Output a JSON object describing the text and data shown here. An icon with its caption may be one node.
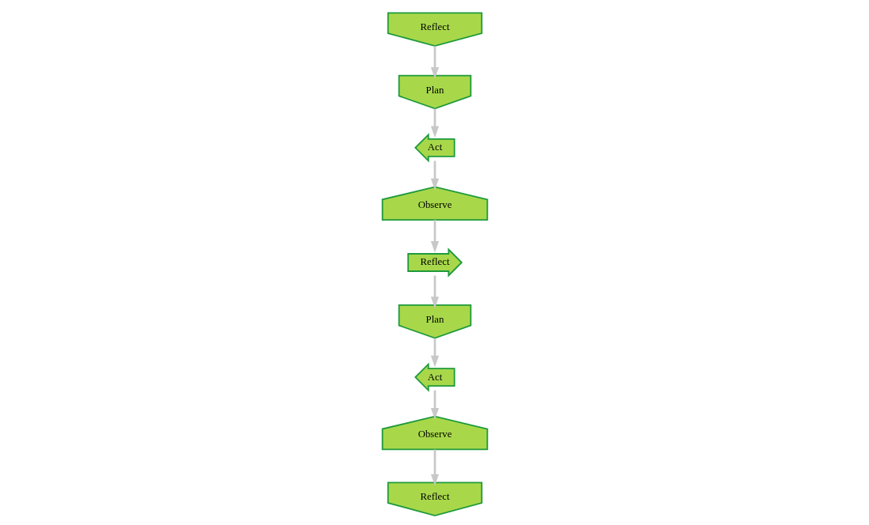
{
  "diagram": {
    "nodes": [
      {
        "text": [
          "Reflect"
        ]
      },
      {
        "text": [
          "Plan"
        ]
      },
      {
        "text": [
          "Act"
        ]
      },
      {
        "text": [
          "Observe"
        ]
      },
      {
        "text": [
          "Reflect"
        ]
      },
      {
        "text": [
          "Plan"
        ]
      },
      {
        "text": [
          "Act"
        ]
      },
      {
        "text": [
          "Observe"
        ]
      },
      {
        "text": [
          "Reflect"
        ]
      }
    ],
    "edges": [
      {
        "from": 0,
        "to": 1,
        "arrow": "to"
      },
      {
        "from": 1,
        "to": 2,
        "arrow": "to"
      },
      {
        "from": 2,
        "to": 3,
        "arrow": "to"
      },
      {
        "from": 3,
        "to": 4,
        "arrow": "to"
      },
      {
        "from": 4,
        "to": 5,
        "arrow": "to"
      },
      {
        "from": 5,
        "to": 6,
        "arrow": "to"
      },
      {
        "from": 6,
        "to": 7,
        "arrow": "to"
      },
      {
        "from": 7,
        "to": 8,
        "arrow": "to"
      }
    ]
  }
}
